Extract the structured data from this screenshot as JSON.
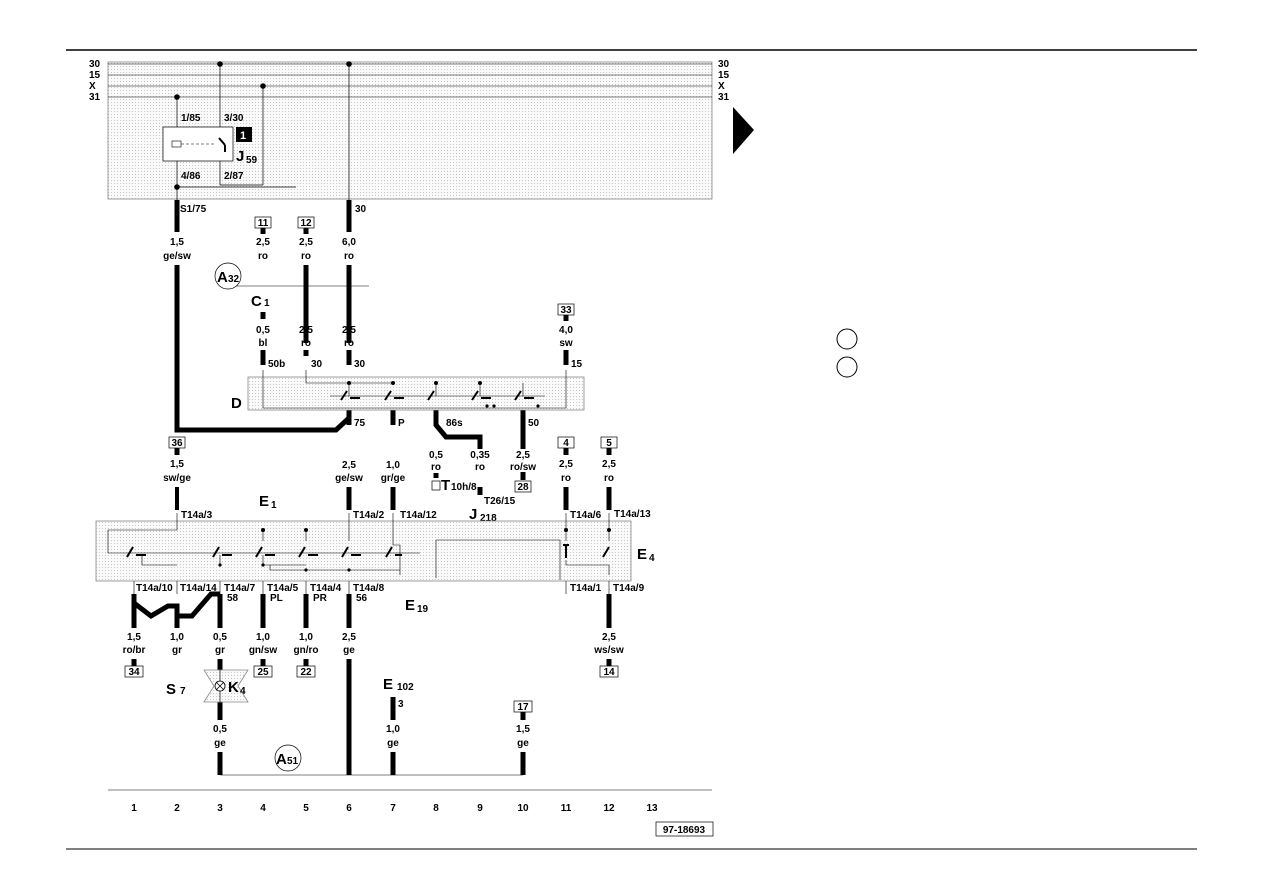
{
  "rails": {
    "r30": "30",
    "r15": "15",
    "rx": "X",
    "r31": "31"
  },
  "relay": {
    "name": "J",
    "sub": "59",
    "marker": "1",
    "pin_185": "1/85",
    "pin_330": "3/30",
    "pin_486": "4/86",
    "pin_287": "2/87"
  },
  "upper_labels": {
    "s175": "S1/75",
    "t30": "30"
  },
  "wires_top": [
    {
      "fuse": "",
      "size": "1,5",
      "color": "ge/sw"
    },
    {
      "fuse": "11",
      "size": "2,5",
      "color": "ro"
    },
    {
      "fuse": "12",
      "size": "2,5",
      "color": "ro"
    },
    {
      "fuse": "",
      "size": "6,0",
      "color": "ro"
    }
  ],
  "components": {
    "a32": "A",
    "a32_sub": "32",
    "c1": "C",
    "c1_sub": "1",
    "d": "D",
    "e1": "E",
    "e1_sub": "1",
    "e4": "E",
    "e4_sub": "4",
    "e19": "E",
    "e19_sub": "19",
    "e102": "E",
    "e102_sub": "102",
    "j218": "J",
    "j218_sub": "218",
    "t10h": "T",
    "t10h_sub": "10h/8",
    "s7": "S",
    "s7_sub": "7",
    "k4": "K",
    "k4_sub": "4",
    "a51": "A",
    "a51_sub": "51"
  },
  "wires_mid": [
    {
      "size": "0,5",
      "color": "bl",
      "pin": "50b"
    },
    {
      "size": "2,5",
      "color": "ro",
      "pin": "30"
    },
    {
      "size": "2,5",
      "color": "ro",
      "pin": "30"
    },
    {
      "fuse": "33",
      "size": "4,0",
      "color": "sw",
      "pin": "15"
    }
  ],
  "ignition_out": {
    "p75": "75",
    "pp": "P",
    "p86s": "86s",
    "p50": "50"
  },
  "wires_ign": [
    {
      "size": "2,5",
      "color": "ge/sw"
    },
    {
      "size": "1,0",
      "color": "gr/ge"
    },
    {
      "size": "0,5",
      "color": "ro"
    },
    {
      "size": "0,35",
      "color": "ro"
    },
    {
      "size": "2,5",
      "color": "ro/sw",
      "fuse": "28"
    }
  ],
  "t2615": "T26/15",
  "wire_36": {
    "fuse": "36",
    "size": "1,5",
    "color": "sw/ge"
  },
  "wire_4": {
    "fuse": "4",
    "size": "2,5",
    "color": "ro"
  },
  "wire_5": {
    "fuse": "5",
    "size": "2,5",
    "color": "ro"
  },
  "switch_top_pins": {
    "a3": "T14a/3",
    "a2": "T14a/2",
    "a12": "T14a/12",
    "a6": "T14a/6",
    "a13": "T14a/13"
  },
  "switch_bottom_pins": {
    "a10": "T14a/10",
    "a14": "T14a/14",
    "a7": "T14a/7",
    "a5": "T14a/5",
    "a4": "T14a/4",
    "a8": "T14a/8",
    "a1": "T14a/1",
    "a9": "T14a/9"
  },
  "switch_bottom_labels": {
    "l58": "58",
    "lpl": "PL",
    "lpr": "PR",
    "l56": "56"
  },
  "wires_low": [
    {
      "size": "1,5",
      "color": "ro/br",
      "fuse": "34"
    },
    {
      "size": "1,0",
      "color": "gr",
      "fuse": ""
    },
    {
      "size": "0,5",
      "color": "gr",
      "fuse": ""
    },
    {
      "size": "1,0",
      "color": "gn/sw",
      "fuse": "25"
    },
    {
      "size": "1,0",
      "color": "gn/ro",
      "fuse": "22"
    },
    {
      "size": "2,5",
      "color": "ge",
      "fuse": ""
    },
    {
      "size": "2,5",
      "color": "ws/sw",
      "fuse": "14"
    }
  ],
  "wires_bottom": [
    {
      "size": "0,5",
      "color": "ge"
    },
    {
      "size": "1,0",
      "color": "ge",
      "pin": "3"
    },
    {
      "fuse": "17",
      "size": "1,5",
      "color": "ge"
    }
  ],
  "columns": [
    "1",
    "2",
    "3",
    "4",
    "5",
    "6",
    "7",
    "8",
    "9",
    "10",
    "11",
    "12",
    "13"
  ],
  "doc_number": "97-18693"
}
